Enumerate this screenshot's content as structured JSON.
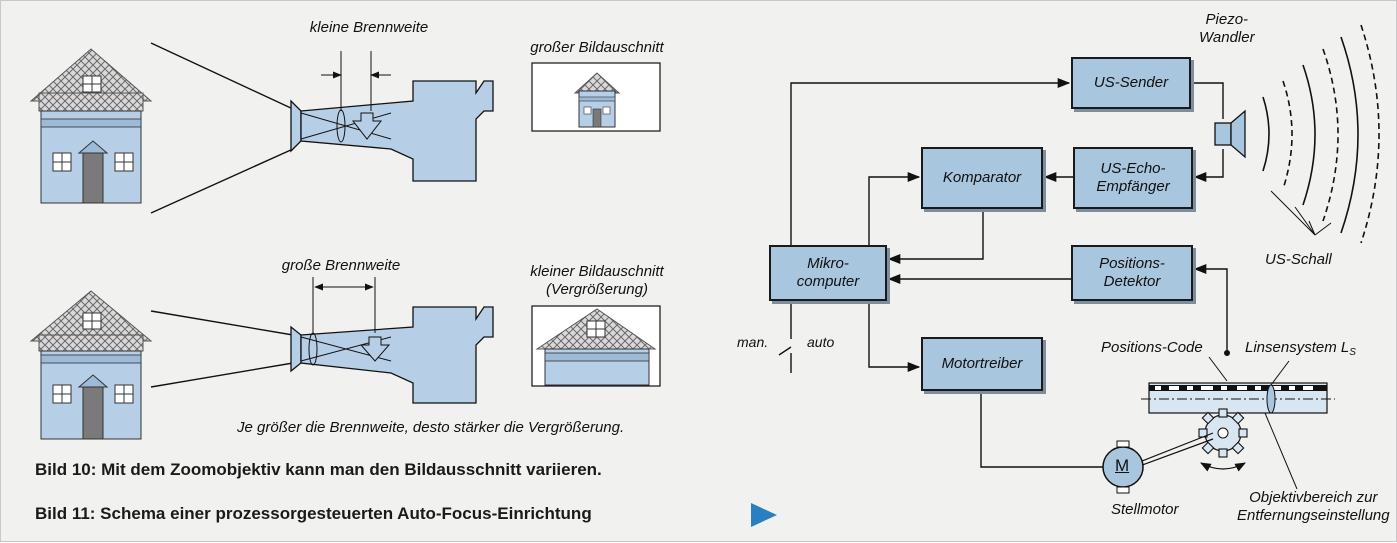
{
  "zoom_figure": {
    "label_small_focal": "kleine Brennweite",
    "label_large_view": "großer Bildauschnitt",
    "label_large_focal": "große Brennweite",
    "label_small_view_line1": "kleiner Bildauschnitt",
    "label_small_view_line2": "(Vergrößerung)",
    "summary": "Je größer die Brennweite, desto stärker die Vergrößerung."
  },
  "captions": {
    "fig10": "Bild 10: Mit dem Zoomobjektiv kann man den Bildausschnitt variieren.",
    "fig11": "Bild 11: Schema einer prozessorgesteuerten Auto-Focus-Einrichtung"
  },
  "af_diagram": {
    "blocks": {
      "us_sender": "US-Sender",
      "komparator": "Komparator",
      "us_echo": "US-Echo-\nEmpfänger",
      "mikrocomputer": "Mikro-\ncomputer",
      "positions_detektor": "Positions-\nDetektor",
      "motortreiber": "Motortreiber"
    },
    "labels": {
      "piezo": "Piezo-\nWandler",
      "us_schall": "US-Schall",
      "man": "man.",
      "auto": "auto",
      "positions_code": "Positions-Code",
      "linsensystem": "Linsensystem L",
      "linsensystem_sub": "S",
      "stellmotor": "Stellmotor",
      "objektiv": "Objektivbereich zur\nEntfernungseinstellung",
      "motor_symbol": "M"
    }
  },
  "colors": {
    "block_fill": "#a9c6df",
    "house_fill": "#b6cfe6",
    "play_arrow": "#2a7fc1"
  }
}
